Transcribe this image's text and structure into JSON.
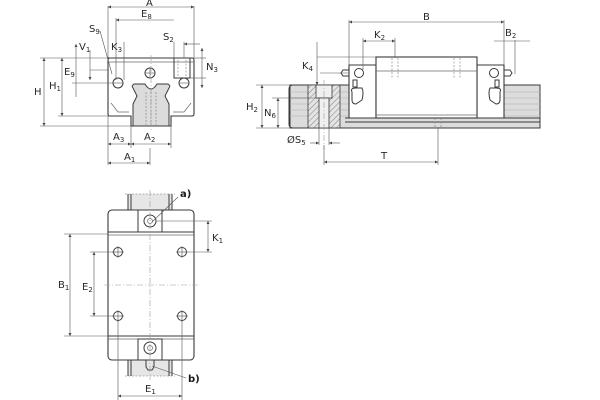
{
  "drawing": {
    "type": "technical-drawing",
    "subject": "linear guide carriage on profile rail",
    "views": [
      "end-view",
      "side-view",
      "top-view"
    ]
  },
  "end_view": {
    "labels": {
      "A": {
        "main": "A",
        "sub": ""
      },
      "E8": {
        "main": "E",
        "sub": "8"
      },
      "S9": {
        "main": "S",
        "sub": "9"
      },
      "K3": {
        "main": "K",
        "sub": "3"
      },
      "V1": {
        "main": "V",
        "sub": "1"
      },
      "S2": {
        "main": "S",
        "sub": "2"
      },
      "N3": {
        "main": "N",
        "sub": "3"
      },
      "E9": {
        "main": "E",
        "sub": "9"
      },
      "H": {
        "main": "H",
        "sub": ""
      },
      "H1": {
        "main": "H",
        "sub": "1"
      },
      "A3": {
        "main": "A",
        "sub": "3"
      },
      "A2": {
        "main": "A",
        "sub": "2"
      },
      "A1": {
        "main": "A",
        "sub": "1"
      }
    }
  },
  "side_view": {
    "labels": {
      "B": {
        "main": "B",
        "sub": ""
      },
      "K2": {
        "main": "K",
        "sub": "2"
      },
      "B2": {
        "main": "B",
        "sub": "2"
      },
      "K4": {
        "main": "K",
        "sub": "4"
      },
      "H2": {
        "main": "H",
        "sub": "2"
      },
      "N6": {
        "main": "N",
        "sub": "6"
      },
      "S5": {
        "main": "ØS",
        "sub": "5"
      },
      "T": {
        "main": "T",
        "sub": ""
      }
    }
  },
  "top_view": {
    "labels": {
      "K1": {
        "main": "K",
        "sub": "1"
      },
      "B1": {
        "main": "B",
        "sub": "1"
      },
      "E2": {
        "main": "E",
        "sub": "2"
      },
      "E1": {
        "main": "E",
        "sub": "1"
      }
    },
    "callouts": {
      "a": "a)",
      "b": "b)"
    }
  },
  "colors": {
    "line": "#3a3a3a",
    "rail_fill": "#dcdcdc",
    "background": "#ffffff"
  }
}
